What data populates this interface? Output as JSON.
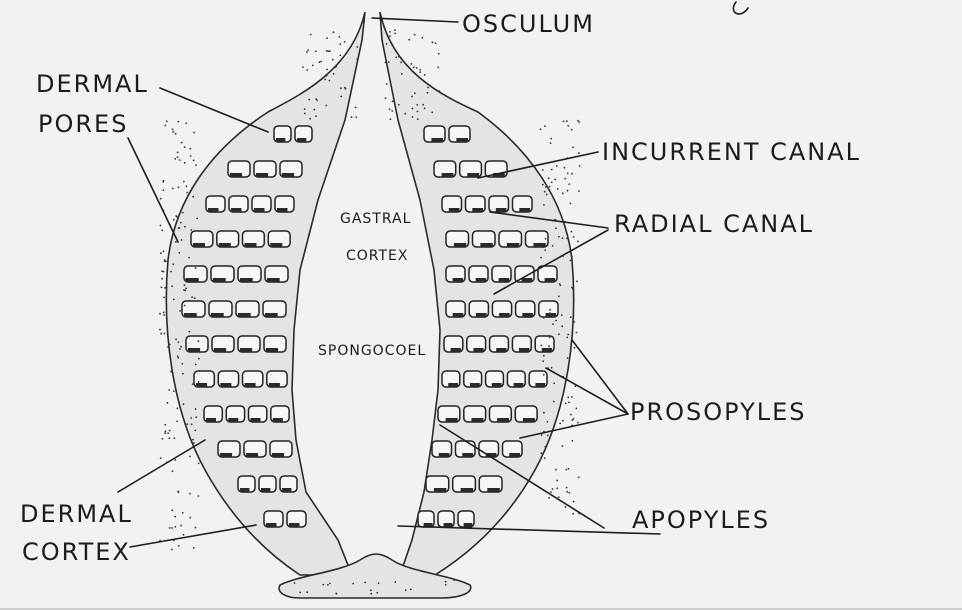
{
  "labels": {
    "osculum": "OSCULUM",
    "dermal_pores_line1": "DERMAL",
    "dermal_pores_line2": "PORES",
    "incurrent_canal": "INCURRENT CANAL",
    "radial_canal": "RADIAL CANAL",
    "gastral_cortex_line1": "GASTRAL",
    "gastral_cortex_line2": "CORTEX",
    "spongocoel": "SPONGOCOEL",
    "prosopyles": "PROSOPYLES",
    "apopyles": "APOPYLES",
    "dermal_cortex_line1": "DERMAL",
    "dermal_cortex_line2": "CORTEX"
  },
  "colors": {
    "paper": "#f3f2f1",
    "ink": "#1c1c1c",
    "tissue": "#e6e4e1"
  }
}
